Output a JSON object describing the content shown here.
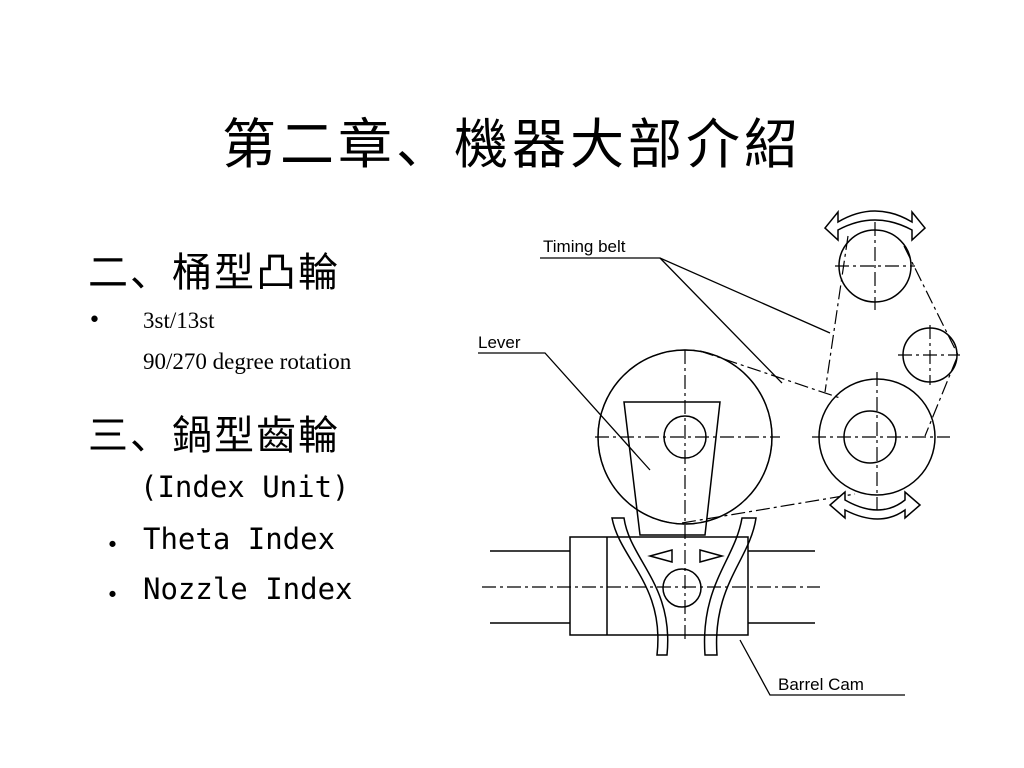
{
  "slide": {
    "title": "第二章、機器大部介紹",
    "section2": {
      "heading": "二、桶型凸輪",
      "bullet_symbol": "•",
      "line1": "3st/13st",
      "line2": "90/270 degree rotation"
    },
    "section3": {
      "heading": "三、鍋型齒輪",
      "subheading": "(Index Unit)",
      "bullet_symbol": "・",
      "items": [
        "Theta Index",
        "Nozzle Index"
      ]
    }
  },
  "diagram": {
    "labels": {
      "timing_belt": "Timing belt",
      "lever": "Lever",
      "barrel_cam": "Barrel Cam"
    }
  }
}
